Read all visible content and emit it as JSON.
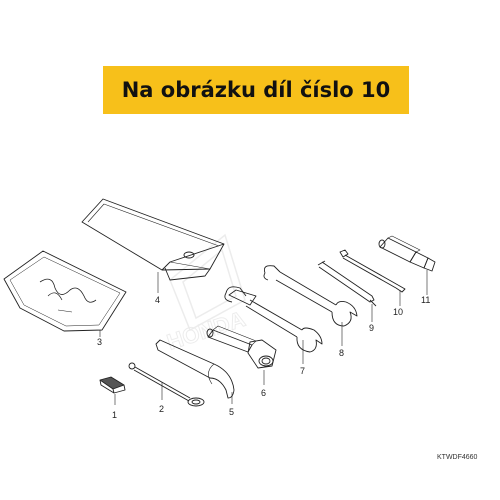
{
  "banner": {
    "text": "Na obrázku díl číslo 10",
    "bg_color": "#f7c01a"
  },
  "watermark": {
    "text": "HONDA"
  },
  "diagram_code": "KTWDF4660",
  "parts": [
    {
      "number": "1"
    },
    {
      "number": "2"
    },
    {
      "number": "3"
    },
    {
      "number": "4"
    },
    {
      "number": "5"
    },
    {
      "number": "6"
    },
    {
      "number": "7"
    },
    {
      "number": "8"
    },
    {
      "number": "9"
    },
    {
      "number": "10"
    },
    {
      "number": "11"
    }
  ]
}
